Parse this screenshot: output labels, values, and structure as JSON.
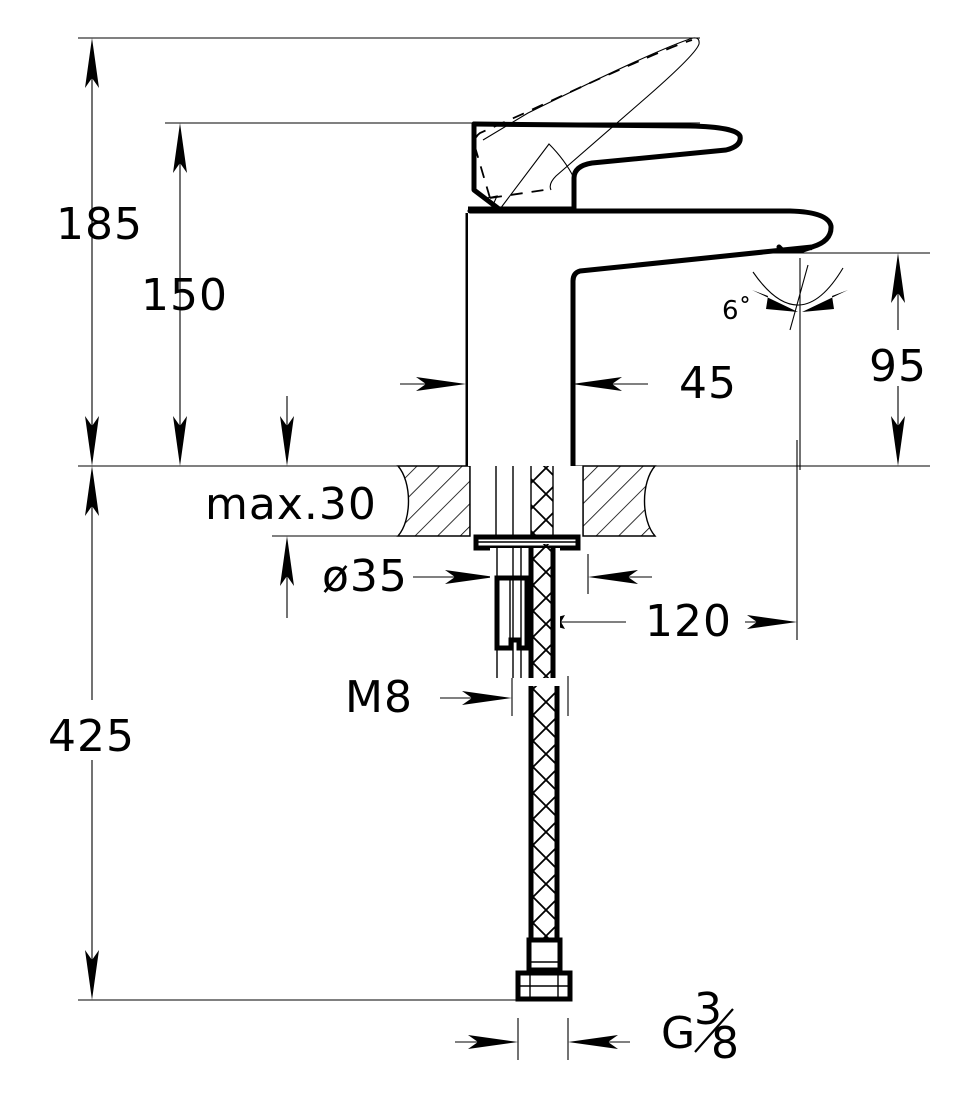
{
  "drawing": {
    "title": "Basin mixer tap technical dimension drawing",
    "units": "mm",
    "line_color": "#000000",
    "background_color": "#ffffff"
  },
  "dimensions": {
    "overall_height_lever_up": "185",
    "height_to_lever_top": "150",
    "body_width": "45",
    "spout_height": "95",
    "spout_tilt_angle": "6˚",
    "counter_thickness_max": "max.30",
    "mounting_hole_diameter": "ø35",
    "shank_to_reference": "120",
    "stud_thread": "M8",
    "total_length": "425",
    "hose_connection_thread": "G",
    "hose_thread_numerator": "3",
    "hose_thread_denominator": "8"
  },
  "labels": [
    {
      "id": "dim-185",
      "text": "185"
    },
    {
      "id": "dim-150",
      "text": "150"
    },
    {
      "id": "dim-45",
      "text": "45"
    },
    {
      "id": "dim-95",
      "text": "95"
    },
    {
      "id": "dim-6deg",
      "text": "6˚"
    },
    {
      "id": "dim-max30",
      "text": "max.30"
    },
    {
      "id": "dim-d35",
      "text": "ø35"
    },
    {
      "id": "dim-120",
      "text": "120"
    },
    {
      "id": "dim-m8",
      "text": "M8"
    },
    {
      "id": "dim-425",
      "text": "425"
    },
    {
      "id": "dim-g38-letter",
      "text": "G"
    },
    {
      "id": "dim-g38-num",
      "text": "3"
    },
    {
      "id": "dim-g38-den",
      "text": "8"
    }
  ]
}
